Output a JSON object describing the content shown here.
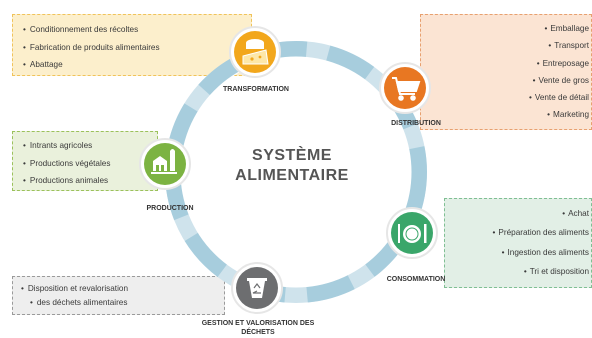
{
  "center_title": {
    "line1": "SYSTÈME",
    "line2": "ALIMENTAIRE"
  },
  "stages": {
    "transformation": {
      "label": "TRANSFORMATION",
      "color": "#f2a71c",
      "icon": "cheese-icon"
    },
    "distribution": {
      "label": "DISTRIBUTION",
      "color": "#e87722",
      "icon": "shopping-cart-icon"
    },
    "consommation": {
      "label": "CONSOMMATION",
      "color": "#3aa66a",
      "icon": "plate-cutlery-icon"
    },
    "dechets": {
      "label": "GESTION ET VALORISATION DES DÉCHETS",
      "color": "#6d6e70",
      "icon": "recycle-icon"
    },
    "production": {
      "label": "PRODUCTION",
      "color": "#7cb342",
      "icon": "farm-icon"
    }
  },
  "boxes": {
    "transformation": [
      "Conditionnement des récoltes",
      "Fabrication de produits alimentaires",
      "Abattage"
    ],
    "production": [
      "Intrants agricoles",
      "Productions végétales",
      "Productions animales"
    ],
    "dechets": [
      "Disposition et revalorisation",
      "des déchets alimentaires"
    ],
    "distribution": [
      "Emballage",
      "Transport",
      "Entreposage",
      "Vente de gros",
      "Vente de détail",
      "Marketing"
    ],
    "consommation": [
      "Achat",
      "Préparation des aliments",
      "Ingestion des aliments",
      "Tri et disposition"
    ]
  }
}
